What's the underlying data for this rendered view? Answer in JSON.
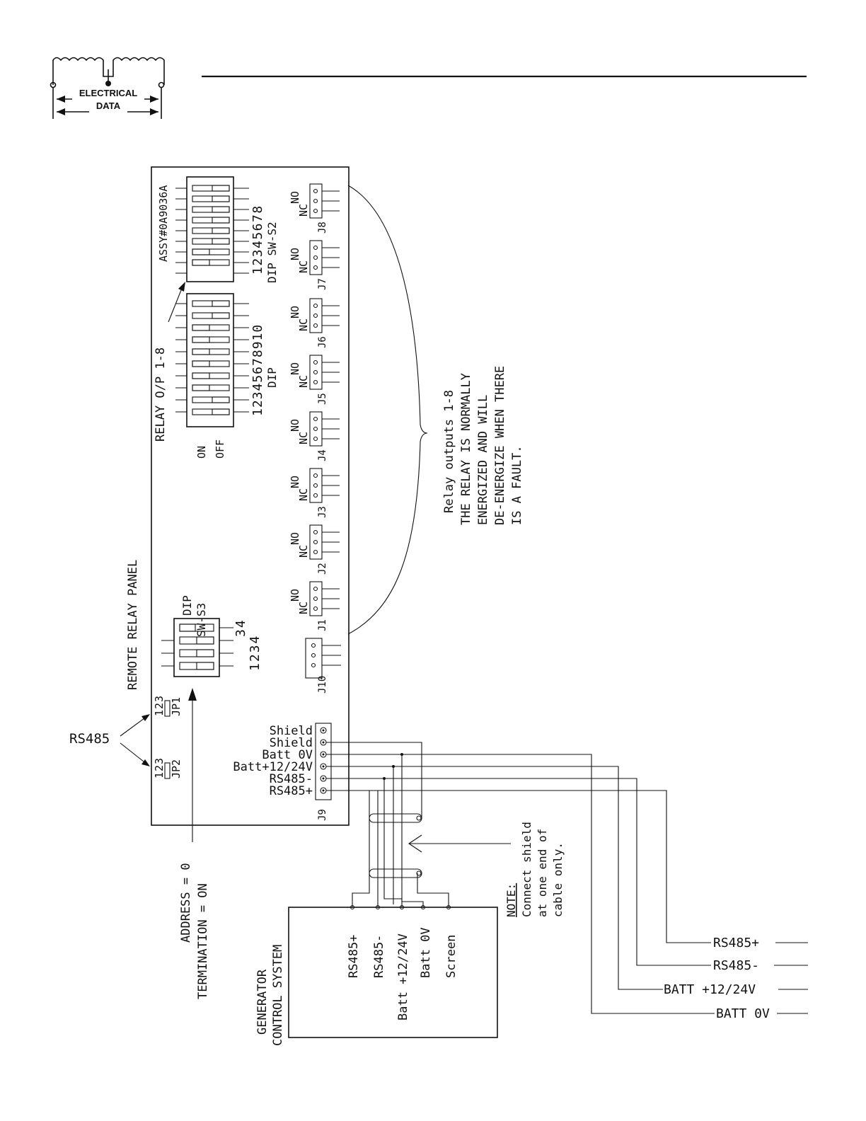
{
  "logo": {
    "line1": "ELECTRICAL",
    "line2": "DATA"
  },
  "panel": {
    "title": "REMOTE RELAY PANEL",
    "assy": "ASSY#0A9036A",
    "dip_s2_label": "DIP SW-S2",
    "dip_s2_numbers": "12345678",
    "dip_s1_label": "DIP",
    "dip_s1_numbers": "12345678910",
    "on_label": "ON",
    "off_label": "OFF",
    "relay_op": "RELAY O/P 1-8",
    "dip_s3_label_1": "DIP",
    "dip_s3_label_2": "SW-S3",
    "dip_s3_numbers_top": "34",
    "dip_s3_numbers_bot": "1234",
    "jp1_label": "JP1",
    "jp2_label": "JP2",
    "jp_pins": "123",
    "relay_no": "NO",
    "relay_nc": "NC",
    "connectors": [
      "J1",
      "J2",
      "J3",
      "J4",
      "J5",
      "J6",
      "J7",
      "J8"
    ],
    "j10": "J10",
    "j9": "J9",
    "j9_terminals": [
      "Shield",
      "Shield",
      "Batt 0V",
      "Batt+12/24V",
      "RS485-",
      "RS485+"
    ]
  },
  "annotations": {
    "rs485": "RS485",
    "address": "ADDRESS = 0",
    "termination": "TERMINATION = ON",
    "relay_note": [
      "Relay outputs 1-8",
      "THE RELAY IS NORMALLY",
      "ENERGIZED AND WILL",
      "DE-ENERGIZE WHEN THERE",
      "IS A FAULT."
    ],
    "note_title": "NOTE:",
    "note_lines": [
      "Connect shield",
      "at one end of",
      "cable only."
    ]
  },
  "gcs": {
    "title_1": "GENERATOR",
    "title_2": "CONTROL SYSTEM",
    "terminals": [
      "RS485+",
      "RS485-",
      "Batt +12/24V",
      "Batt 0V",
      "Screen"
    ]
  },
  "outputs": [
    "RS485+",
    "RS485-",
    "BATT +12/24V",
    "BATT 0V"
  ]
}
